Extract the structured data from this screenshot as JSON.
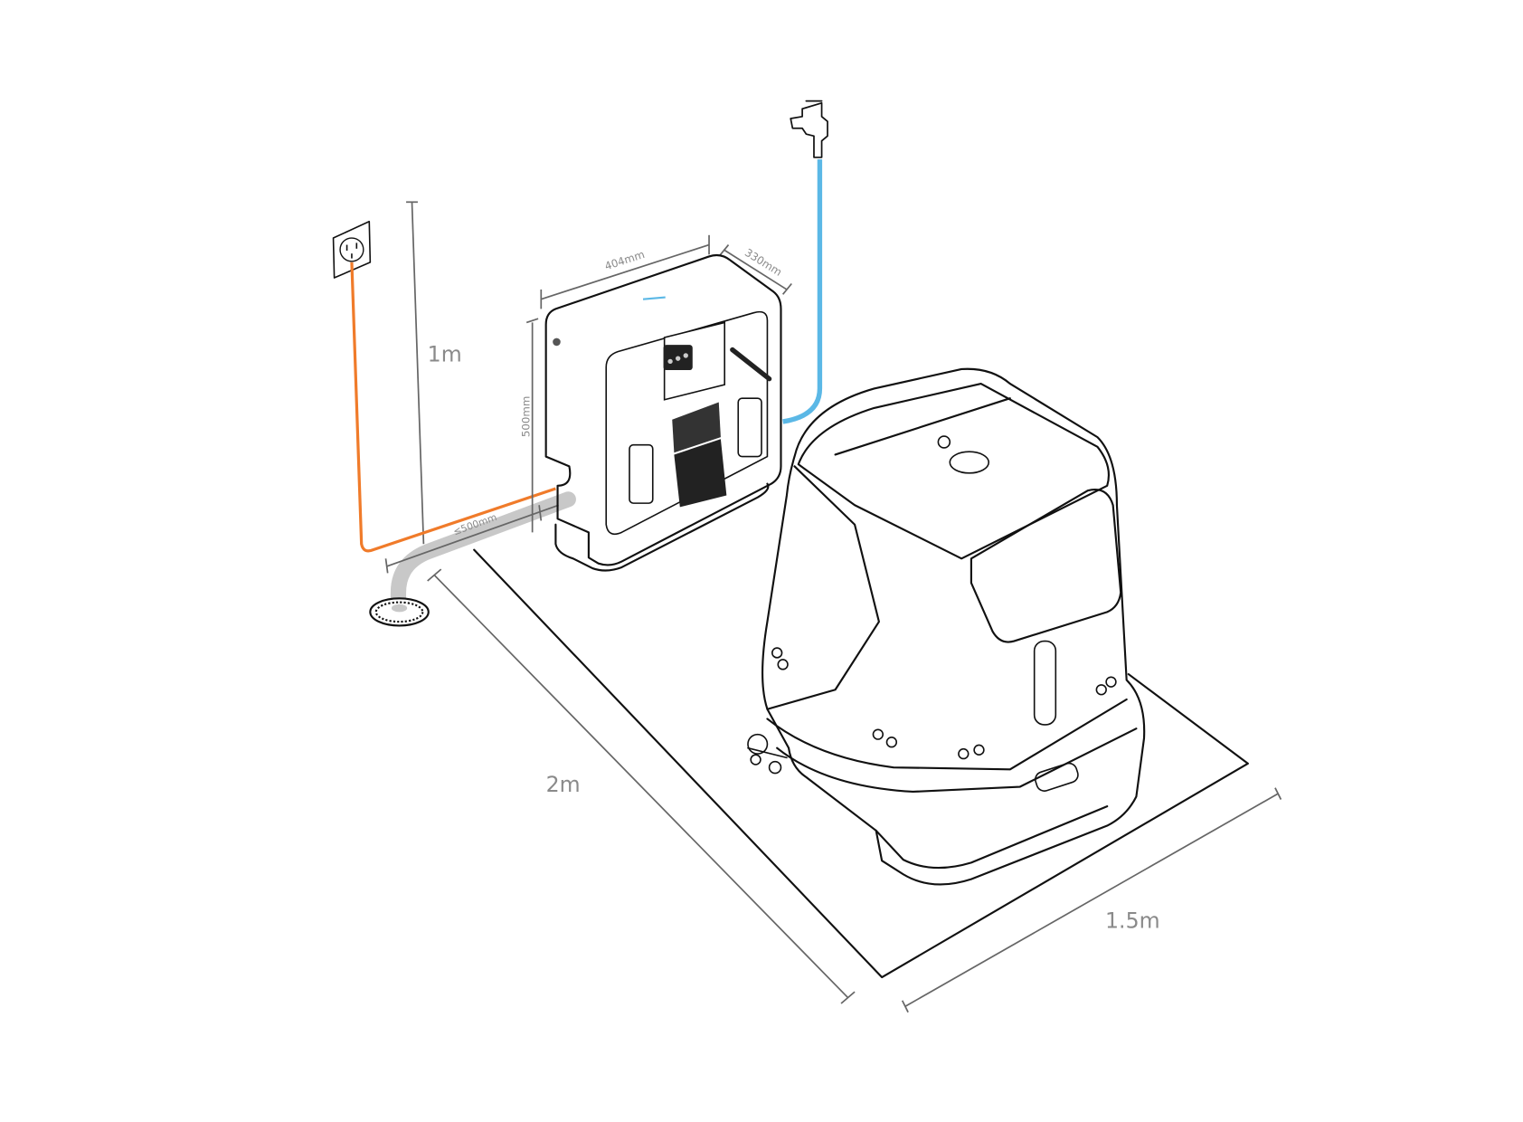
{
  "labels": {
    "outlet_height": "1m",
    "station_width": "404mm",
    "station_depth": "330mm",
    "station_height": "500mm",
    "drain_distance": "≤500mm",
    "area_length": "2m",
    "area_width": "1.5m"
  },
  "colors": {
    "power_cable": "#f07b2a",
    "water_hose": "#5bb8e6",
    "drain_pipe": "#c8c8c8",
    "indicator_light": "#5bb8e6",
    "dimension_text": "#8a8a8a"
  },
  "icons": [
    "power-outlet-icon",
    "water-tap-icon",
    "floor-drain-icon"
  ]
}
